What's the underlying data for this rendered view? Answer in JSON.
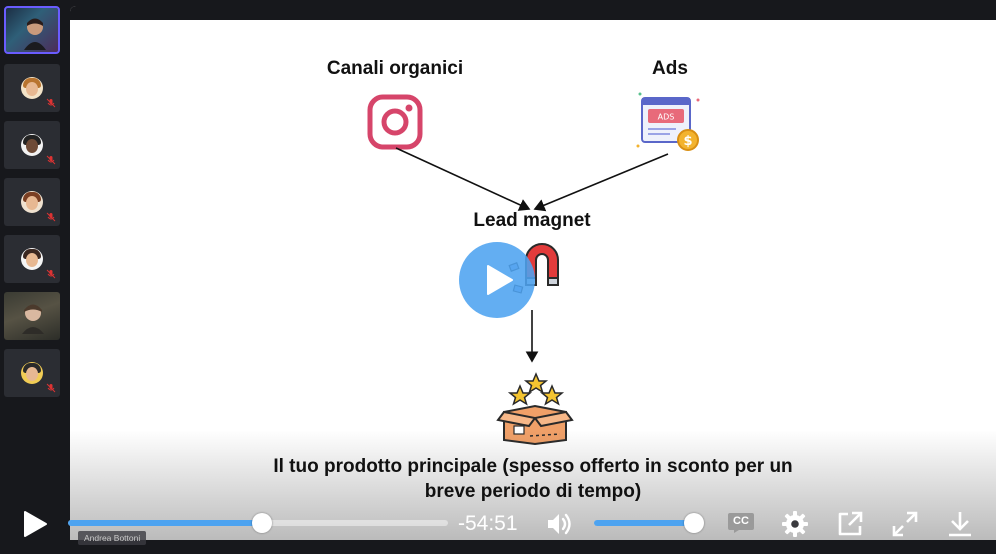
{
  "slide": {
    "label_organic": "Canali organici",
    "label_ads": "Ads",
    "ads_badge_text": "ADS",
    "label_lead": "Lead magnet",
    "caption": "Il tuo prodotto principale (spesso offerto in sconto per un breve periodo di tempo)"
  },
  "participants": [
    {
      "kind": "video"
    },
    {
      "kind": "avatar",
      "muted": true
    },
    {
      "kind": "avatar",
      "muted": true
    },
    {
      "kind": "avatar",
      "muted": true
    },
    {
      "kind": "avatar",
      "muted": true
    },
    {
      "kind": "video"
    },
    {
      "kind": "avatar",
      "muted": true
    }
  ],
  "player": {
    "time_remaining": "-54:51",
    "progress": 0.51,
    "volume": 1.0,
    "cc_label": "CC",
    "presenter_name": "Andrea Bottoni",
    "icons": [
      "play-icon",
      "volume-icon",
      "closed-captions-icon",
      "gear-icon",
      "popout-icon",
      "fullscreen-icon",
      "download-icon"
    ]
  },
  "colors": {
    "accent_blue": "#4da3f0",
    "active_border": "#6a5cff",
    "instagram": "#d6456a",
    "magnet_red": "#e23b3b"
  }
}
